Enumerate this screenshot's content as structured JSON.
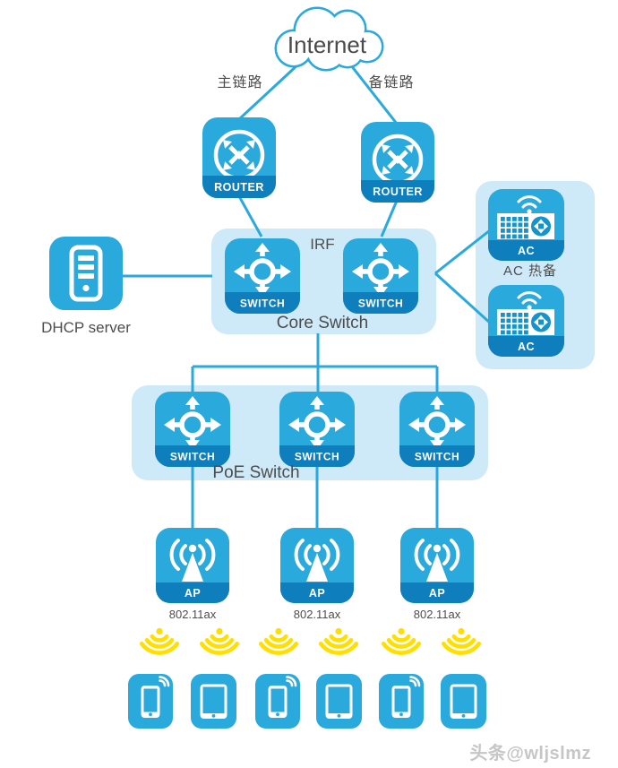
{
  "diagram": {
    "internet": "Internet",
    "link_labels": {
      "primary": "主链路",
      "backup": "备链路"
    },
    "devices": {
      "router": "ROUTER",
      "switch": "SWITCH",
      "ac": "AC",
      "ap": "AP"
    },
    "groups": {
      "core": {
        "irf": "IRF",
        "title": "Core Switch"
      },
      "ac_cluster": {
        "label": "AC 热备"
      },
      "access": {
        "title": "PoE Switch"
      }
    },
    "dhcp_label": "DHCP server",
    "wifi_standard": "802.11ax",
    "watermark": "头条@wljslmz",
    "colors": {
      "icon_cyan": "#29A9DC",
      "icon_dark_band": "#0E7EBD",
      "group_background": "#CEE9F7",
      "line": "#29A9DC",
      "wifi_yellow": "#FFDF00",
      "label_text": "#4D4D4D"
    }
  }
}
